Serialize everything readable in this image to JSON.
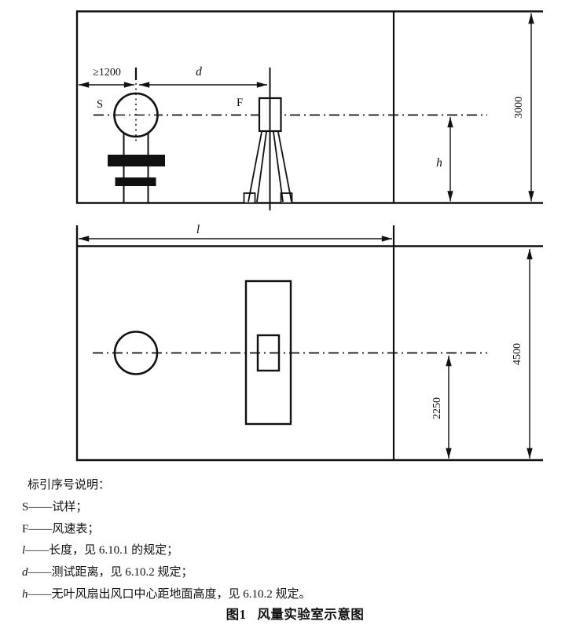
{
  "figure": {
    "caption": {
      "prefix": "图1",
      "title": "风量实验室示意图"
    },
    "legend": {
      "title": "标引序号说明：",
      "items": [
        {
          "symbol": "S",
          "text": "——试样；"
        },
        {
          "symbol": "F",
          "text": "——风速表；"
        },
        {
          "symbol": "l",
          "text": "——长度，见 6.10.1 的规定；"
        },
        {
          "symbol": "d",
          "text": "——测试距离，见 6.10.2 规定；"
        },
        {
          "symbol": "h",
          "text": "——无叶风扇出风口中心距地面高度，见 6.10.2 规定。"
        }
      ]
    },
    "side_view": {
      "clearance_dim": "≥1200",
      "test_distance_label": "d",
      "specimen_label": "S",
      "anemometer_label": "F",
      "outlet_height_label": "h",
      "room_height_dim": "3000"
    },
    "plan_view": {
      "length_label": "l",
      "center_offset_dim": "2250",
      "room_width_dim": "4500"
    },
    "line_color": "#111111"
  }
}
